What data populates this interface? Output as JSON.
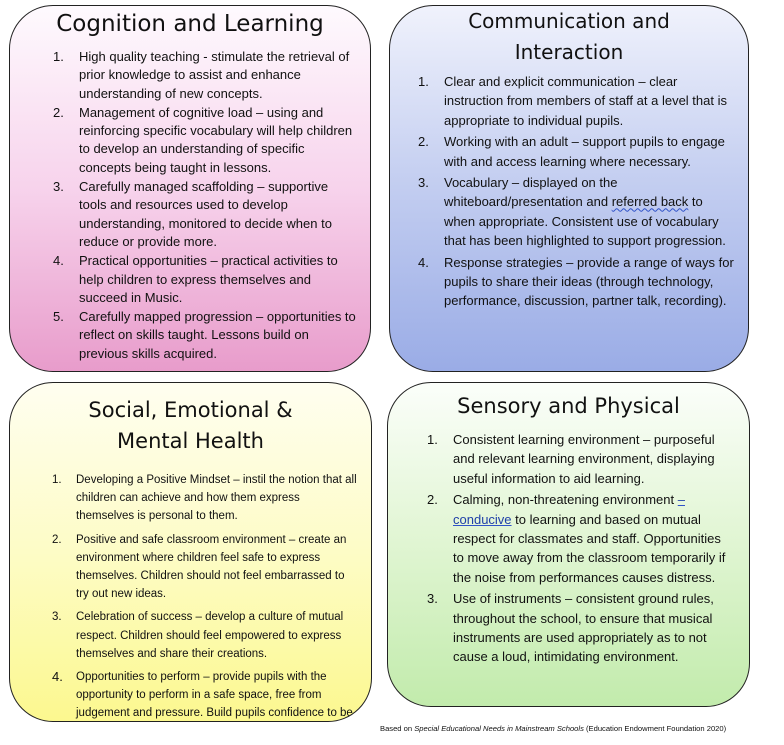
{
  "cognition": {
    "title": "Cognition and Learning",
    "items": [
      {
        "num": "1.",
        "text": "High quality teaching - stimulate the retrieval of prior knowledge to assist and enhance understanding of new concepts."
      },
      {
        "num": "2.",
        "text": "Management of cognitive load – using and reinforcing specific vocabulary will help children to develop an understanding of specific concepts being taught in lessons."
      },
      {
        "num": "3.",
        "text": "Carefully managed scaffolding – supportive tools and resources used to develop understanding, monitored to decide when to reduce or provide more."
      },
      {
        "num": "4.",
        "text": "Practical opportunities – practical activities to help children to express themselves and succeed in Music."
      },
      {
        "num": "5.",
        "text": "Carefully mapped progression – opportunities to reflect on skills taught. Lessons build on previous skills acquired."
      }
    ]
  },
  "communication": {
    "title": "Communication and Interaction",
    "items": [
      {
        "num": "1.",
        "text": "Clear and explicit communication – clear instruction from members of staff at a level that is appropriate to individual pupils."
      },
      {
        "num": "2.",
        "text": "Working with an adult – support pupils to engage with and access learning where necessary."
      },
      {
        "num": "3.",
        "pre": "Vocabulary – displayed on the whiteboard/presentation and ",
        "marked": "referred back",
        "post": " to when appropriate. Consistent use of vocabulary that has been highlighted to support progression."
      },
      {
        "num": "4.",
        "text": "Response strategies – provide a range of ways for pupils to share their ideas (through technology, performance, discussion, partner talk, recording)."
      }
    ]
  },
  "social": {
    "title": "Social, Emotional & Mental Health",
    "items": [
      {
        "num": "1.",
        "text": "Developing a Positive Mindset – instil the notion that all children can achieve and how them express themselves is personal to them."
      },
      {
        "num": "2.",
        "text": "Positive and safe classroom environment – create an environment where children feel safe to express themselves. Children should not feel embarrassed to try out new ideas."
      },
      {
        "num": "3.",
        "text": "Celebration of success – develop a culture of mutual respect. Children should feel empowered to express themselves and share their creations."
      },
      {
        "num": "4.",
        "text": "Opportunities to perform – provide pupils with the opportunity to perform in a safe space, free from judgement and pressure. Build pupils confidence to be able to perform in front of others."
      }
    ]
  },
  "sensory": {
    "title": "Sensory and Physical",
    "items": [
      {
        "num": "1.",
        "text": "Consistent learning environment – purposeful and relevant learning environment, displaying useful information to aid learning."
      },
      {
        "num": "2.",
        "pre": "Calming, non-threatening environment ",
        "marked": "– conducive",
        "post": " to learning and based on mutual respect for classmates and staff. Opportunities to move away from the classroom temporarily if the noise from performances causes distress."
      },
      {
        "num": "3.",
        "text": "Use of instruments – consistent ground rules, throughout the school, to ensure that musical instruments are used appropriately as to not cause a loud, intimidating environment."
      }
    ]
  },
  "footer": {
    "prefix": "Based on ",
    "italic": "Special Educational Needs in Mainstream Schools",
    "suffix": " (Education Endowment Foundation 2020)"
  }
}
